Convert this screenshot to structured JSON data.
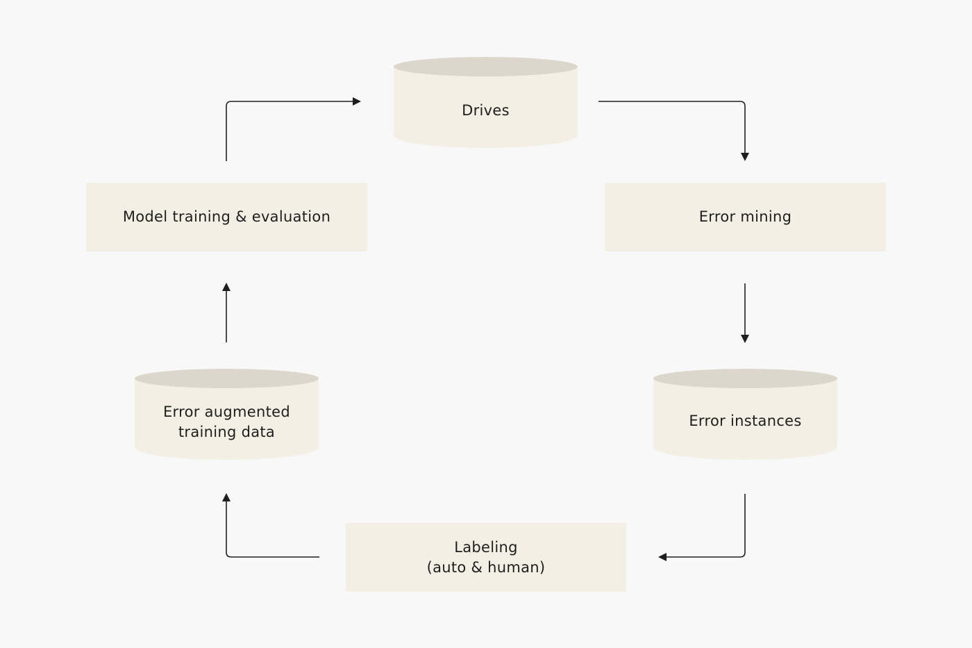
{
  "colors": {
    "background": "#f8f8f8",
    "node_fill": "#f4efe4",
    "cylinder_top": "#ddd6cc",
    "line": "#1e1e1e",
    "text": "#1e1e1e"
  },
  "nodes": {
    "drives": {
      "label": "Drives",
      "shape": "cylinder"
    },
    "error_mining": {
      "label": "Error mining",
      "shape": "rectangle"
    },
    "error_instances": {
      "label": "Error instances",
      "shape": "cylinder"
    },
    "labeling": {
      "label": "Labeling\n(auto & human)",
      "shape": "rectangle"
    },
    "error_augmented": {
      "label": "Error augmented\ntraining data",
      "shape": "cylinder"
    },
    "model_training": {
      "label": "Model training & evaluation",
      "shape": "rectangle"
    }
  },
  "edges": [
    {
      "from": "drives",
      "to": "error_mining"
    },
    {
      "from": "error_mining",
      "to": "error_instances"
    },
    {
      "from": "error_instances",
      "to": "labeling"
    },
    {
      "from": "labeling",
      "to": "error_augmented"
    },
    {
      "from": "error_augmented",
      "to": "model_training"
    },
    {
      "from": "model_training",
      "to": "drives"
    }
  ]
}
